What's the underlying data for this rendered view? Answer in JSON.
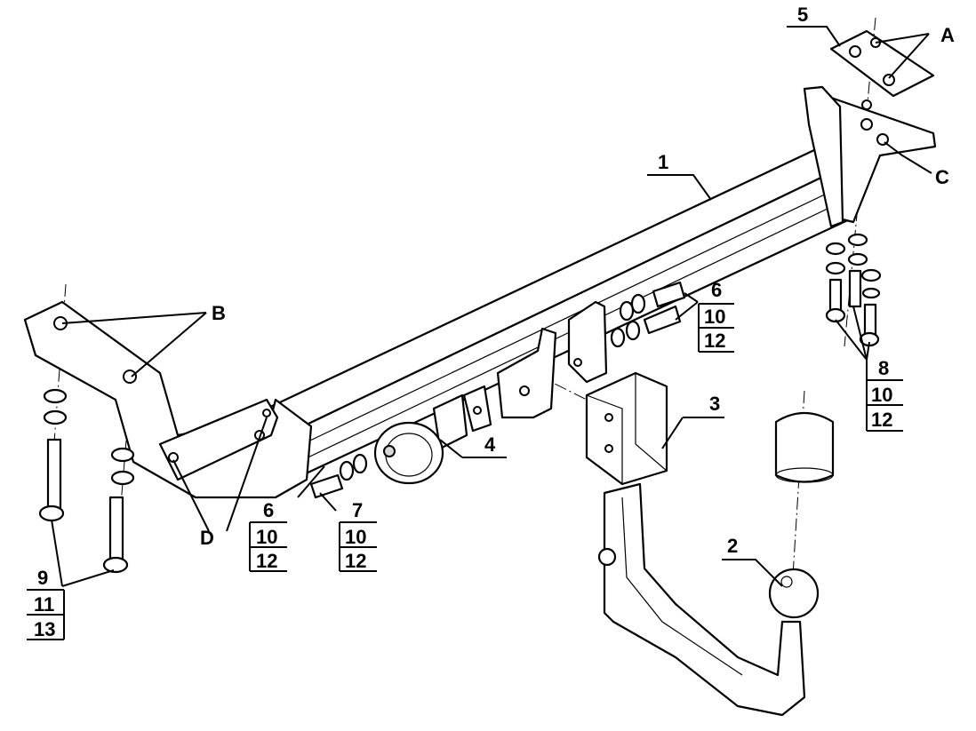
{
  "callouts": {
    "c1": "1",
    "c2": "2",
    "c3": "3",
    "c4": "4",
    "c5": "5",
    "cA": "A",
    "cB": "B",
    "cC": "C",
    "cD": "D",
    "c6_upper": [
      "6",
      "10",
      "12"
    ],
    "c6_lower": [
      "6",
      "10",
      "12"
    ],
    "c7": [
      "7",
      "10",
      "12"
    ],
    "c8": [
      "8",
      "10",
      "12"
    ],
    "c9": [
      "9",
      "11",
      "13"
    ]
  }
}
